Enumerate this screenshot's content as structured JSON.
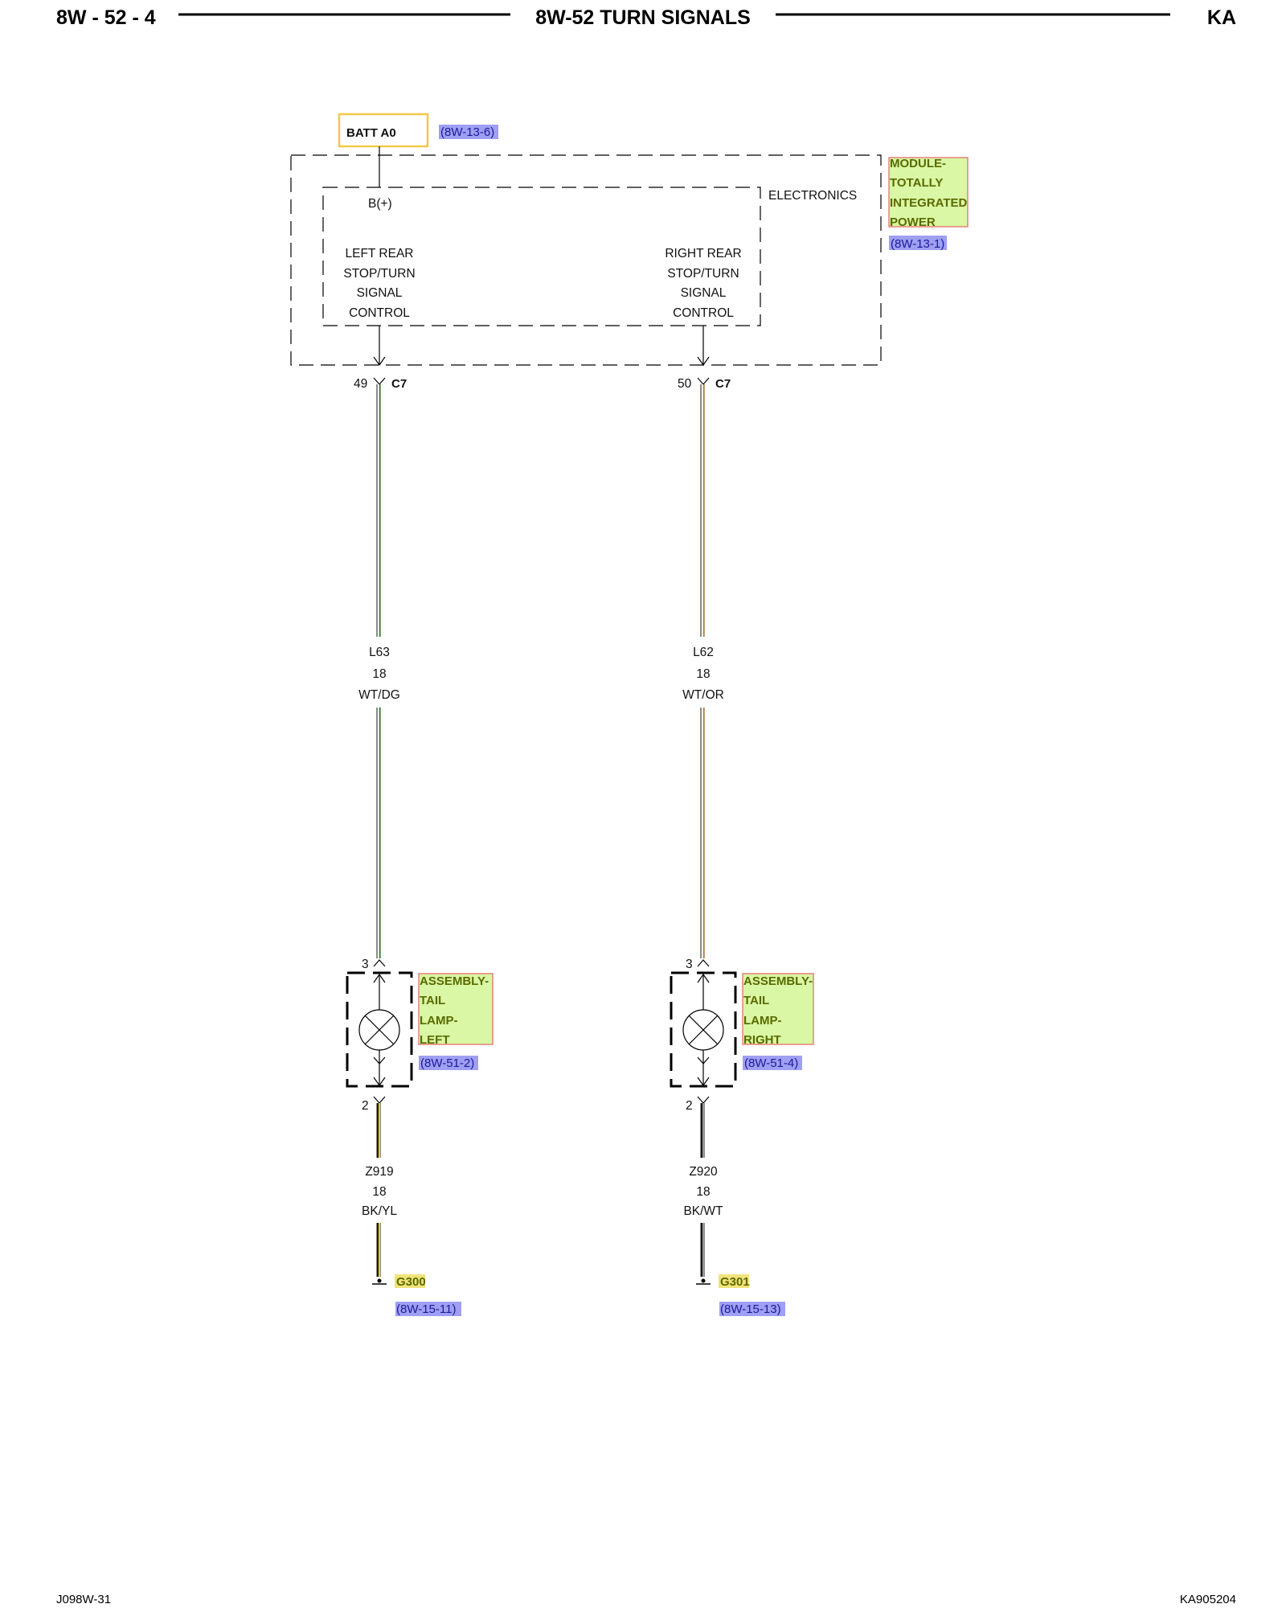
{
  "header": {
    "page": "8W - 52 - 4",
    "title": "8W-52 TURN SIGNALS",
    "code": "KA"
  },
  "footer": {
    "left": "J098W-31",
    "right": "KA905204"
  },
  "power_source": {
    "label": "BATT A0",
    "ref": "(8W-13-6)"
  },
  "module": {
    "name_lines": [
      "MODULE-",
      "TOTALLY",
      "INTEGRATED",
      "POWER"
    ],
    "ref": "(8W-13-1)",
    "section": "ELECTRONICS",
    "input": "B(+)",
    "left_control": [
      "LEFT REAR",
      "STOP/TURN",
      "SIGNAL",
      "CONTROL"
    ],
    "right_control": [
      "RIGHT REAR",
      "STOP/TURN",
      "SIGNAL",
      "CONTROL"
    ]
  },
  "circuits": {
    "left": {
      "pin": "49",
      "connector": "C7",
      "wire": "L63",
      "gauge": "18",
      "color": "WT/DG",
      "wire_color_hex": "#1a8a1a",
      "lamp_pin_in": "3",
      "lamp_pin_out": "2",
      "lamp_name_lines": [
        "ASSEMBLY-",
        "TAIL",
        "LAMP-",
        "LEFT"
      ],
      "lamp_ref": "(8W-51-2)",
      "ground_wire": "Z919",
      "ground_gauge": "18",
      "ground_color": "BK/YL",
      "ground_wire_hex": "#e8d200",
      "ground": "G300",
      "ground_ref": "(8W-15-11)"
    },
    "right": {
      "pin": "50",
      "connector": "C7",
      "wire": "L62",
      "gauge": "18",
      "color": "WT/OR",
      "wire_color_hex": "#e07800",
      "lamp_pin_in": "3",
      "lamp_pin_out": "2",
      "lamp_name_lines": [
        "ASSEMBLY-",
        "TAIL",
        "LAMP-",
        "RIGHT"
      ],
      "lamp_ref": "(8W-51-4)",
      "ground_wire": "Z920",
      "ground_gauge": "18",
      "ground_color": "BK/WT",
      "ground_wire_hex": "#444444",
      "ground": "G301",
      "ground_ref": "(8W-15-13)"
    }
  },
  "colors": {
    "component_fill": "#d9f7a4",
    "component_border": "#e8807a",
    "link_fill": "#9f9ff3",
    "batt_border": "#f2c84a",
    "ground_fill": "#f1e27a"
  }
}
